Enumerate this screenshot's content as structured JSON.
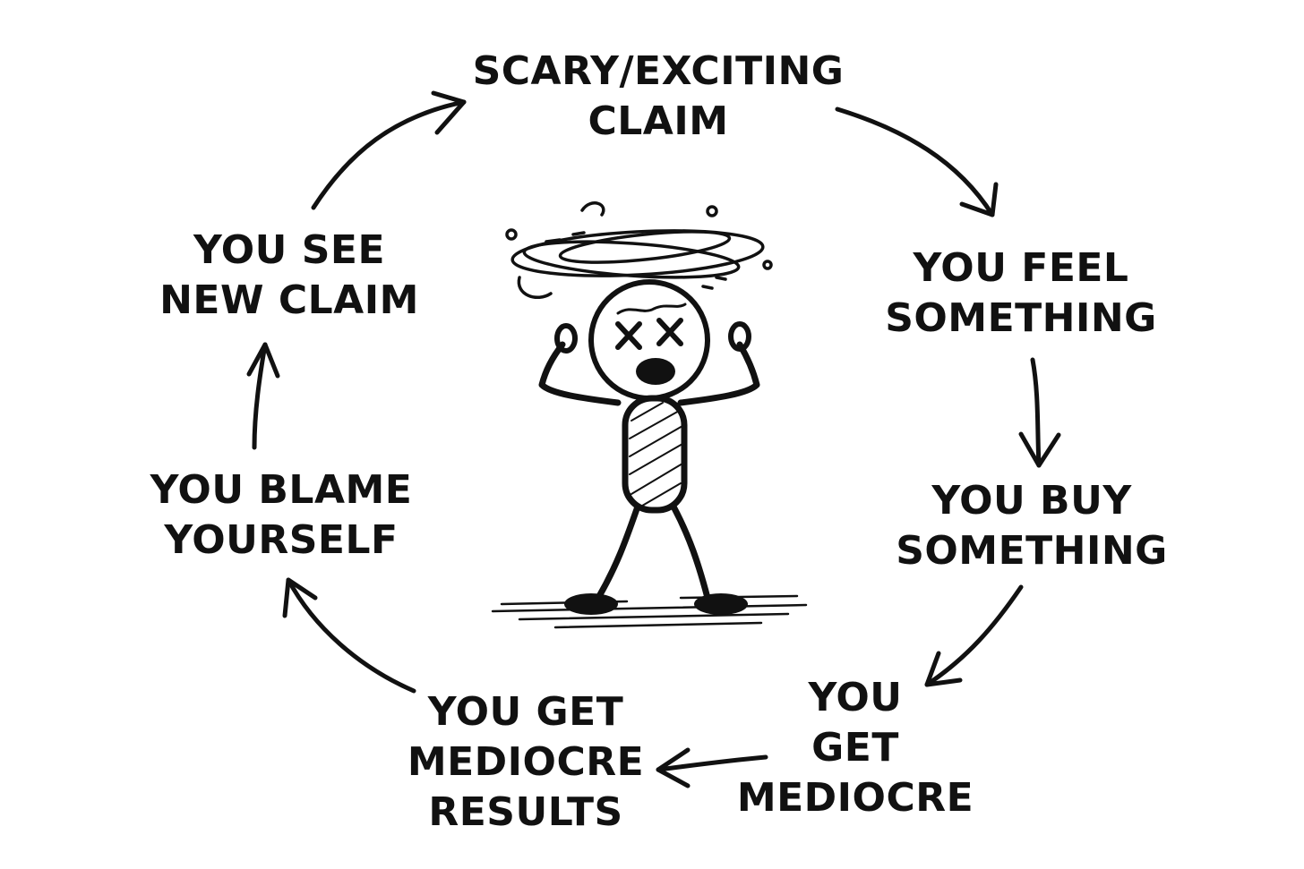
{
  "diagram": {
    "ink_color": "#111111",
    "background": "#ffffff",
    "nodes": [
      {
        "id": "scary-exciting-claim",
        "lines": [
          "SCARY/EXCITING",
          "CLAIM"
        ]
      },
      {
        "id": "you-feel-something",
        "lines": [
          "YOU FEEL",
          "SOMETHING"
        ]
      },
      {
        "id": "you-buy-something",
        "lines": [
          "YOU BUY",
          "SOMETHING"
        ]
      },
      {
        "id": "you-get-mediocre",
        "lines": [
          "YOU",
          "GET",
          "MEDIOCRE"
        ]
      },
      {
        "id": "you-get-mediocre-results",
        "lines": [
          "YOU GET",
          "MEDIOCRE",
          "RESULTS"
        ]
      },
      {
        "id": "you-blame-yourself",
        "lines": [
          "YOU BLAME",
          "YOURSELF"
        ]
      },
      {
        "id": "you-see-new-claim",
        "lines": [
          "YOU SEE",
          "NEW CLAIM"
        ]
      }
    ],
    "center_figure": "dizzy-stick-figure"
  }
}
